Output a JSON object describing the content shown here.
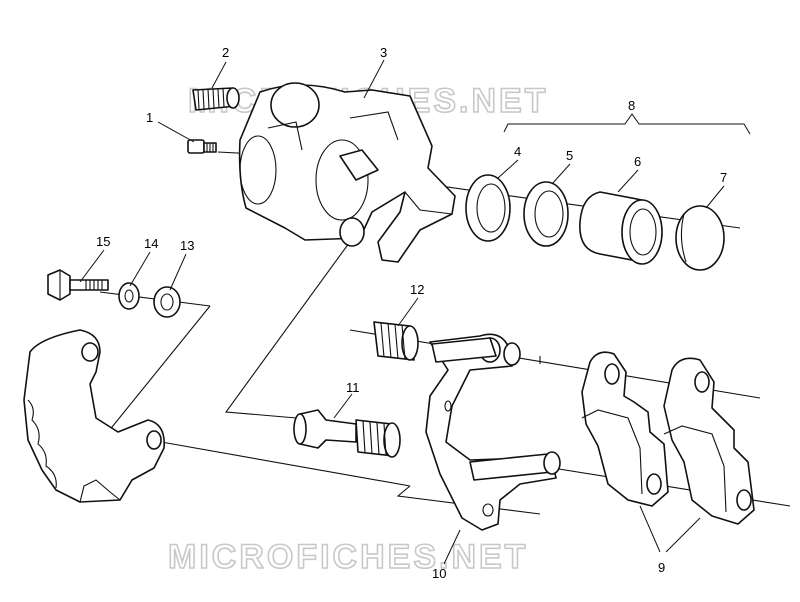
{
  "diagram": {
    "watermark_top": "MICROFICHES.NET",
    "watermark_bottom": "MICROFICHES.NET",
    "callouts": {
      "c1": "1",
      "c2": "2",
      "c3": "3",
      "c4": "4",
      "c5": "5",
      "c6": "6",
      "c7": "7",
      "c8": "8",
      "c9": "9",
      "c10": "10",
      "c11": "11",
      "c12": "12",
      "c13": "13",
      "c14": "14",
      "c15": "15"
    }
  }
}
